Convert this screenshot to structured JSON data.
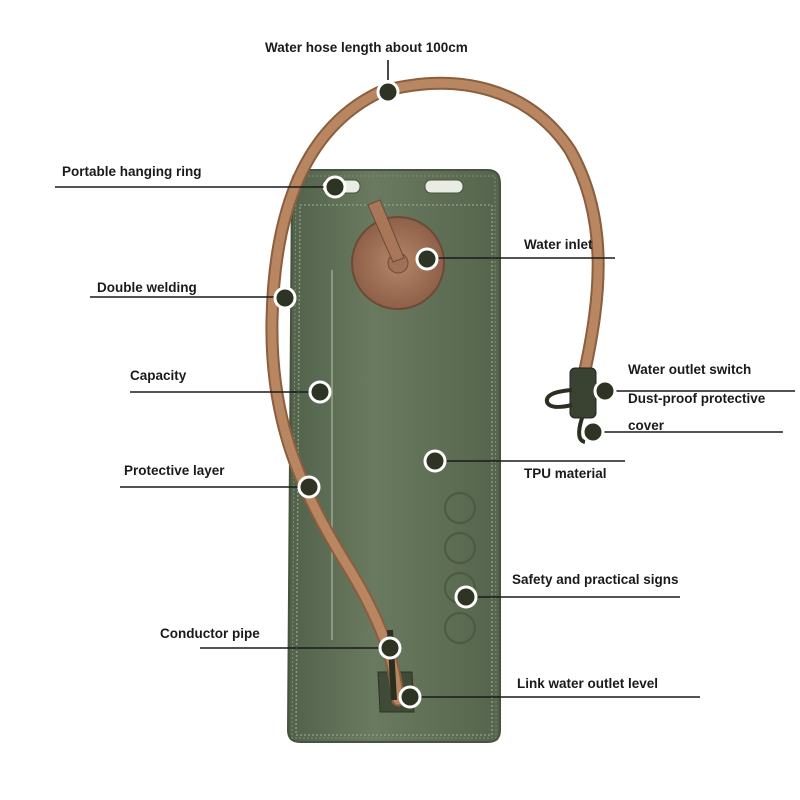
{
  "colors": {
    "bag": "#5f6e55",
    "bag_edge": "#4c5a43",
    "hose": "#b07d55",
    "cap": "#a8775a",
    "marker": "#2e3423",
    "line": "#1a1a1a"
  },
  "labels": {
    "hose_length": "Water hose length about 100cm",
    "hanging_ring": "Portable hanging ring",
    "water_inlet": "Water inlet",
    "double_welding": "Double welding",
    "capacity": "Capacity",
    "outlet_switch": "Water outlet switch",
    "dust_cover_1": "Dust-proof protective",
    "dust_cover_2": "cover",
    "tpu": "TPU material",
    "protective_layer": "Protective layer",
    "safety_signs": "Safety and practical signs",
    "conductor_pipe": "Conductor pipe",
    "link_outlet": "Link water outlet level"
  }
}
